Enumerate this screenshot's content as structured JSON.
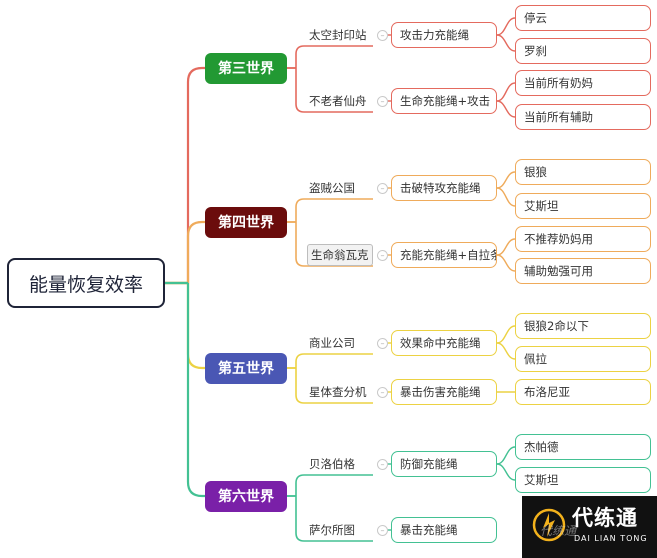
{
  "root": {
    "label": "能量恢复效率"
  },
  "worlds": [
    {
      "label": "第三世界",
      "color": "#229933",
      "line": "#e46a5e",
      "sites": [
        {
          "name": "太空封印站",
          "rope": "攻击力充能绳",
          "picks": [
            "停云",
            "罗刹"
          ]
        },
        {
          "name": "不老者仙舟",
          "rope": "生命充能绳+攻击",
          "picks": [
            "当前所有奶妈",
            "当前所有辅助"
          ]
        }
      ]
    },
    {
      "label": "第四世界",
      "color": "#6b0c0c",
      "line": "#efab5b",
      "sites": [
        {
          "name": "盗贼公国",
          "rope": "击破特攻充能绳",
          "picks": [
            "银狼",
            "艾斯坦"
          ]
        },
        {
          "name": "生命翁瓦克",
          "rope": "充能充能绳+自拉条",
          "picks": [
            "不推荐奶妈用",
            "辅助勉强可用"
          ]
        }
      ]
    },
    {
      "label": "第五世界",
      "color": "#4a57b4",
      "line": "#ecd243",
      "sites": [
        {
          "name": "商业公司",
          "rope": "效果命中充能绳",
          "picks": [
            "银狼2命以下",
            "佩拉"
          ]
        },
        {
          "name": "星体查分机",
          "rope": "暴击伤害充能绳",
          "picks": [
            "布洛尼亚"
          ]
        }
      ]
    },
    {
      "label": "第六世界",
      "color": "#7a20a8",
      "line": "#43c193",
      "sites": [
        {
          "name": "贝洛伯格",
          "rope": "防御充能绳",
          "picks": [
            "杰帕德",
            "艾斯坦"
          ]
        },
        {
          "name": "萨尔所图",
          "rope": "暴击充能绳",
          "picks": []
        }
      ]
    }
  ],
  "watermark": {
    "cn": "代练通",
    "en": "DAI LIAN TONG",
    "faint": "代练通"
  }
}
